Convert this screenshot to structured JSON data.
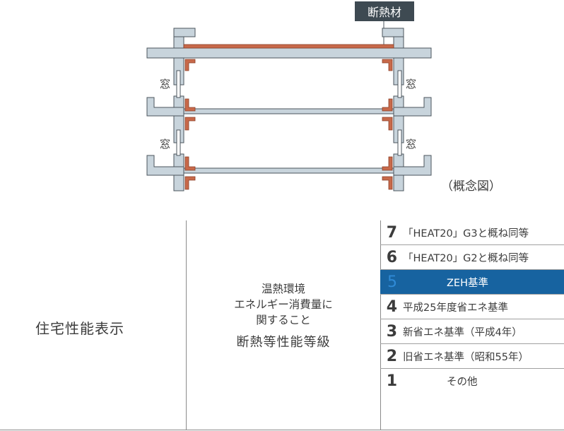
{
  "diagram": {
    "insulation_label": "断熱材",
    "window_label": "窓",
    "caption": "（概念図）",
    "colors": {
      "structure": "#c8d4dc",
      "structure_stroke": "#4b555c",
      "insulation": "#c8694a",
      "tag_bg": "#3e4a52"
    }
  },
  "table": {
    "category": "住宅性能表示",
    "topic_lines": [
      "温熱環境",
      "エネルギー消費量に",
      "関すること"
    ],
    "grade_name": "断熱等性能等級",
    "highlight_color": "#1763a0",
    "grades": [
      {
        "number": "7",
        "text": "「HEAT20」G3と概ね同等"
      },
      {
        "number": "6",
        "text": "「HEAT20」G2と概ね同等"
      },
      {
        "number": "5",
        "text": "ZEH基準"
      },
      {
        "number": "4",
        "text": "平成25年度省エネ基準"
      },
      {
        "number": "3",
        "text": "新省エネ基準（平成4年）"
      },
      {
        "number": "2",
        "text": "旧省エネ基準（昭和55年）"
      },
      {
        "number": "1",
        "text": "その他"
      }
    ]
  }
}
